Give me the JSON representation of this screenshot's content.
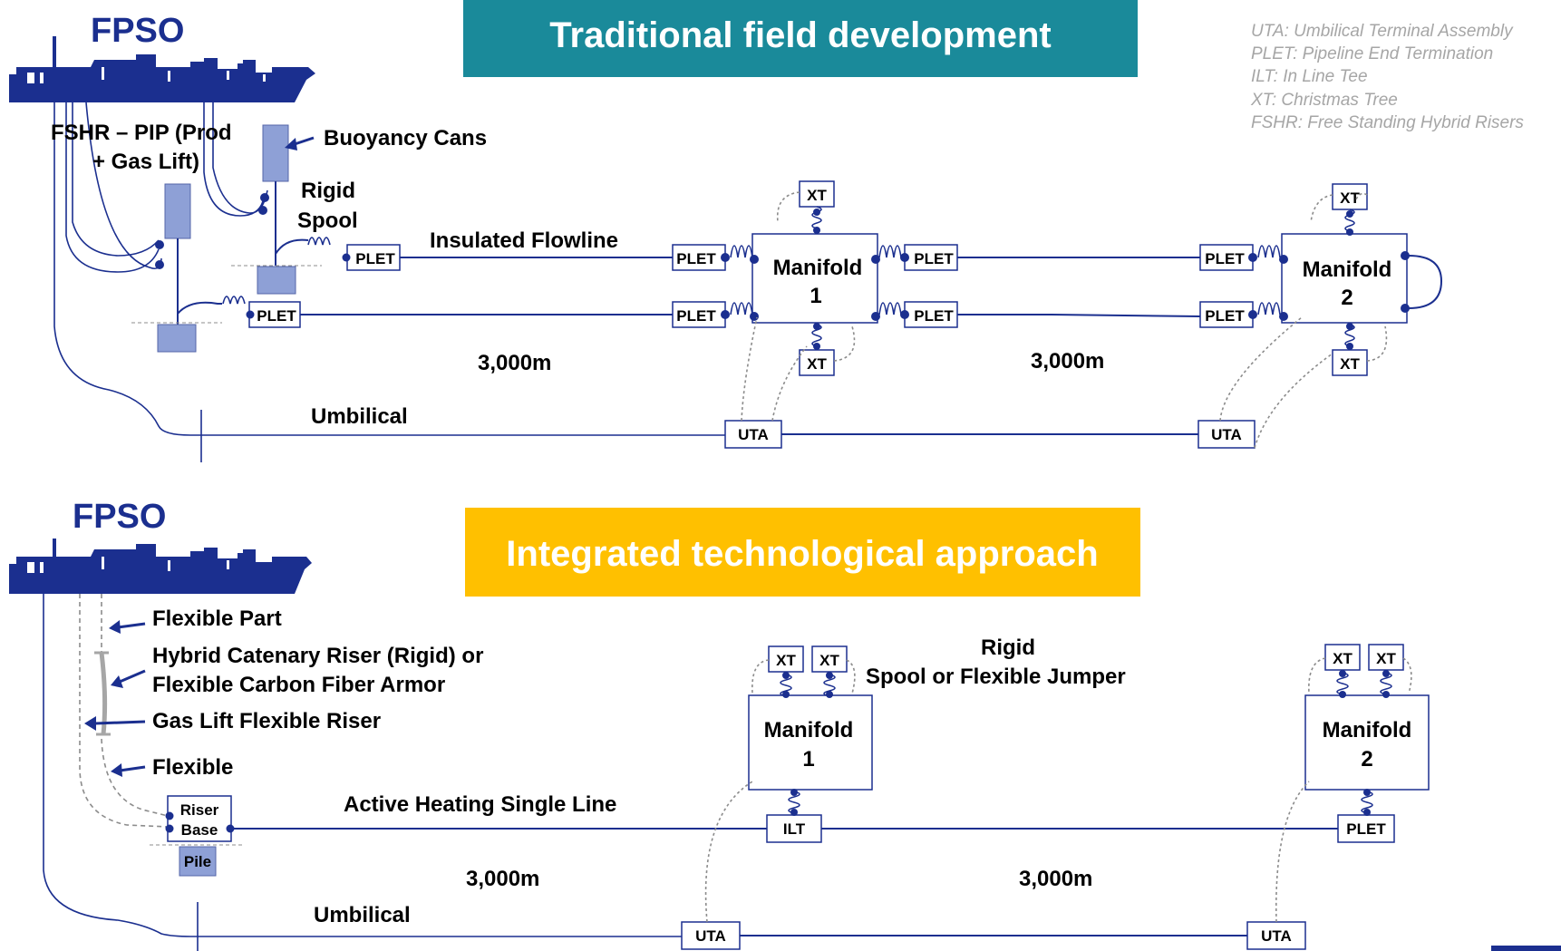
{
  "top": {
    "banner": "Traditional field development",
    "fpso": "FPSO",
    "fshr_label_1": "FSHR – PIP (Prod",
    "fshr_label_2": "+ Gas Lift)",
    "buoyancy": "Buoyancy Cans",
    "rigid_1": "Rigid",
    "rigid_2": "Spool",
    "insulated": "Insulated Flowline",
    "umbilical": "Umbilical",
    "dist_1": "3,000m",
    "dist_2": "3,000m",
    "manifold1_a": "Manifold",
    "manifold1_b": "1",
    "manifold2_a": "Manifold",
    "manifold2_b": "2",
    "plet": "PLET",
    "xt": "XT",
    "uta": "UTA"
  },
  "legend": [
    "UTA:   Umbilical Terminal Assembly",
    "PLET: Pipeline End Termination",
    "ILT:    In Line Tee",
    "XT:     Christmas Tree",
    "FSHR: Free Standing Hybrid Risers"
  ],
  "bottom": {
    "banner": "Integrated technological approach",
    "fpso": "FPSO",
    "flexible_part": "Flexible Part",
    "hybrid_1": "Hybrid Catenary Riser (Rigid) or",
    "hybrid_2": "Flexible Carbon Fiber Armor",
    "gaslift": "Gas Lift Flexible Riser",
    "flexible": "Flexible",
    "riser_1": "Riser",
    "riser_2": "Base",
    "pile": "Pile",
    "active": "Active Heating Single Line",
    "rigid_1": "Rigid",
    "rigid_2": "Spool or Flexible Jumper",
    "umbilical": "Umbilical",
    "dist_1": "3,000m",
    "dist_2": "3,000m",
    "manifold1_a": "Manifold",
    "manifold1_b": "1",
    "manifold2_a": "Manifold",
    "manifold2_b": "2",
    "ilt": "ILT",
    "plet": "PLET",
    "xt": "XT",
    "uta": "UTA"
  },
  "colors": {
    "top_banner": "#1a8a9a",
    "bottom_banner": "#ffc000",
    "navy": "#1b2f8f",
    "legend_gray": "#a6a6a6"
  }
}
